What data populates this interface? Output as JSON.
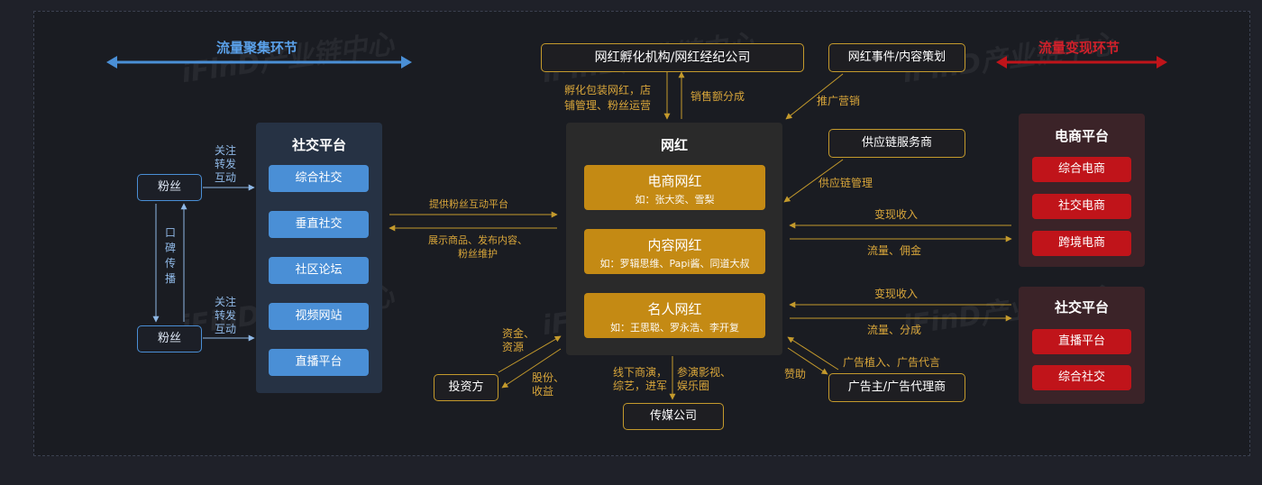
{
  "sections": {
    "aggregation": "流量聚集环节",
    "monetization": "流量变现环节"
  },
  "watermark": "iFinD产业链中心",
  "fans": {
    "top": "粉丝",
    "bottom": "粉丝",
    "word_of_mouth": [
      "口",
      "碑",
      "传",
      "播"
    ],
    "follow_top": [
      "关注",
      "转发",
      "互动"
    ],
    "follow_bottom": [
      "关注",
      "转发",
      "互动"
    ]
  },
  "social_platform": {
    "title": "社交平台",
    "items": [
      "综合社交",
      "垂直社交",
      "社区论坛",
      "视频网站",
      "直播平台"
    ]
  },
  "left_flows": {
    "to_center": "提供粉丝互动平台",
    "to_left": [
      "展示商品、发布内容、",
      "粉丝维护"
    ]
  },
  "center": {
    "title": "网红",
    "types": [
      {
        "title": "电商网红",
        "sub": "如：张大奕、雪梨"
      },
      {
        "title": "内容网红",
        "sub": "如：罗辑思维、Papi酱、同道大叔"
      },
      {
        "title": "名人网红",
        "sub": "如：王思聪、罗永浩、李开复"
      }
    ]
  },
  "top_nodes": {
    "incubator": "网红孵化机构/网红经纪公司",
    "incubator_label": [
      "孵化包装网红，店",
      "铺管理、粉丝运营"
    ],
    "sales_share": "销售额分成",
    "events": "网红事件/内容策划",
    "promotion": "推广营销",
    "supply": "供应链服务商",
    "supply_label": "供应链管理"
  },
  "right_flows": {
    "ecom_in": "变现收入",
    "ecom_out": "流量、佣金",
    "social_in": "变现收入",
    "social_out": "流量、分成"
  },
  "ecommerce_platform": {
    "title": "电商平台",
    "items": [
      "综合电商",
      "社交电商",
      "跨境电商"
    ]
  },
  "social_platform_right": {
    "title": "社交平台",
    "items": [
      "直播平台",
      "综合社交"
    ]
  },
  "bottom_nodes": {
    "investor": "投资方",
    "capital": [
      "资金、",
      "资源"
    ],
    "equity": [
      "股份、",
      "收益"
    ],
    "media": "传媒公司",
    "offline": [
      "线下商演，",
      "综艺，进军"
    ],
    "film": [
      "参演影视、",
      "娱乐圈"
    ],
    "advertiser": "广告主/广告代理商",
    "ad_label": "广告植入、广告代言",
    "sponsor": "赞助"
  },
  "colors": {
    "blue": "#4a8fd6",
    "gold": "#c48a14",
    "red": "#c0141a",
    "section_blue": "#5aa0e8",
    "section_red": "#d0202a"
  }
}
